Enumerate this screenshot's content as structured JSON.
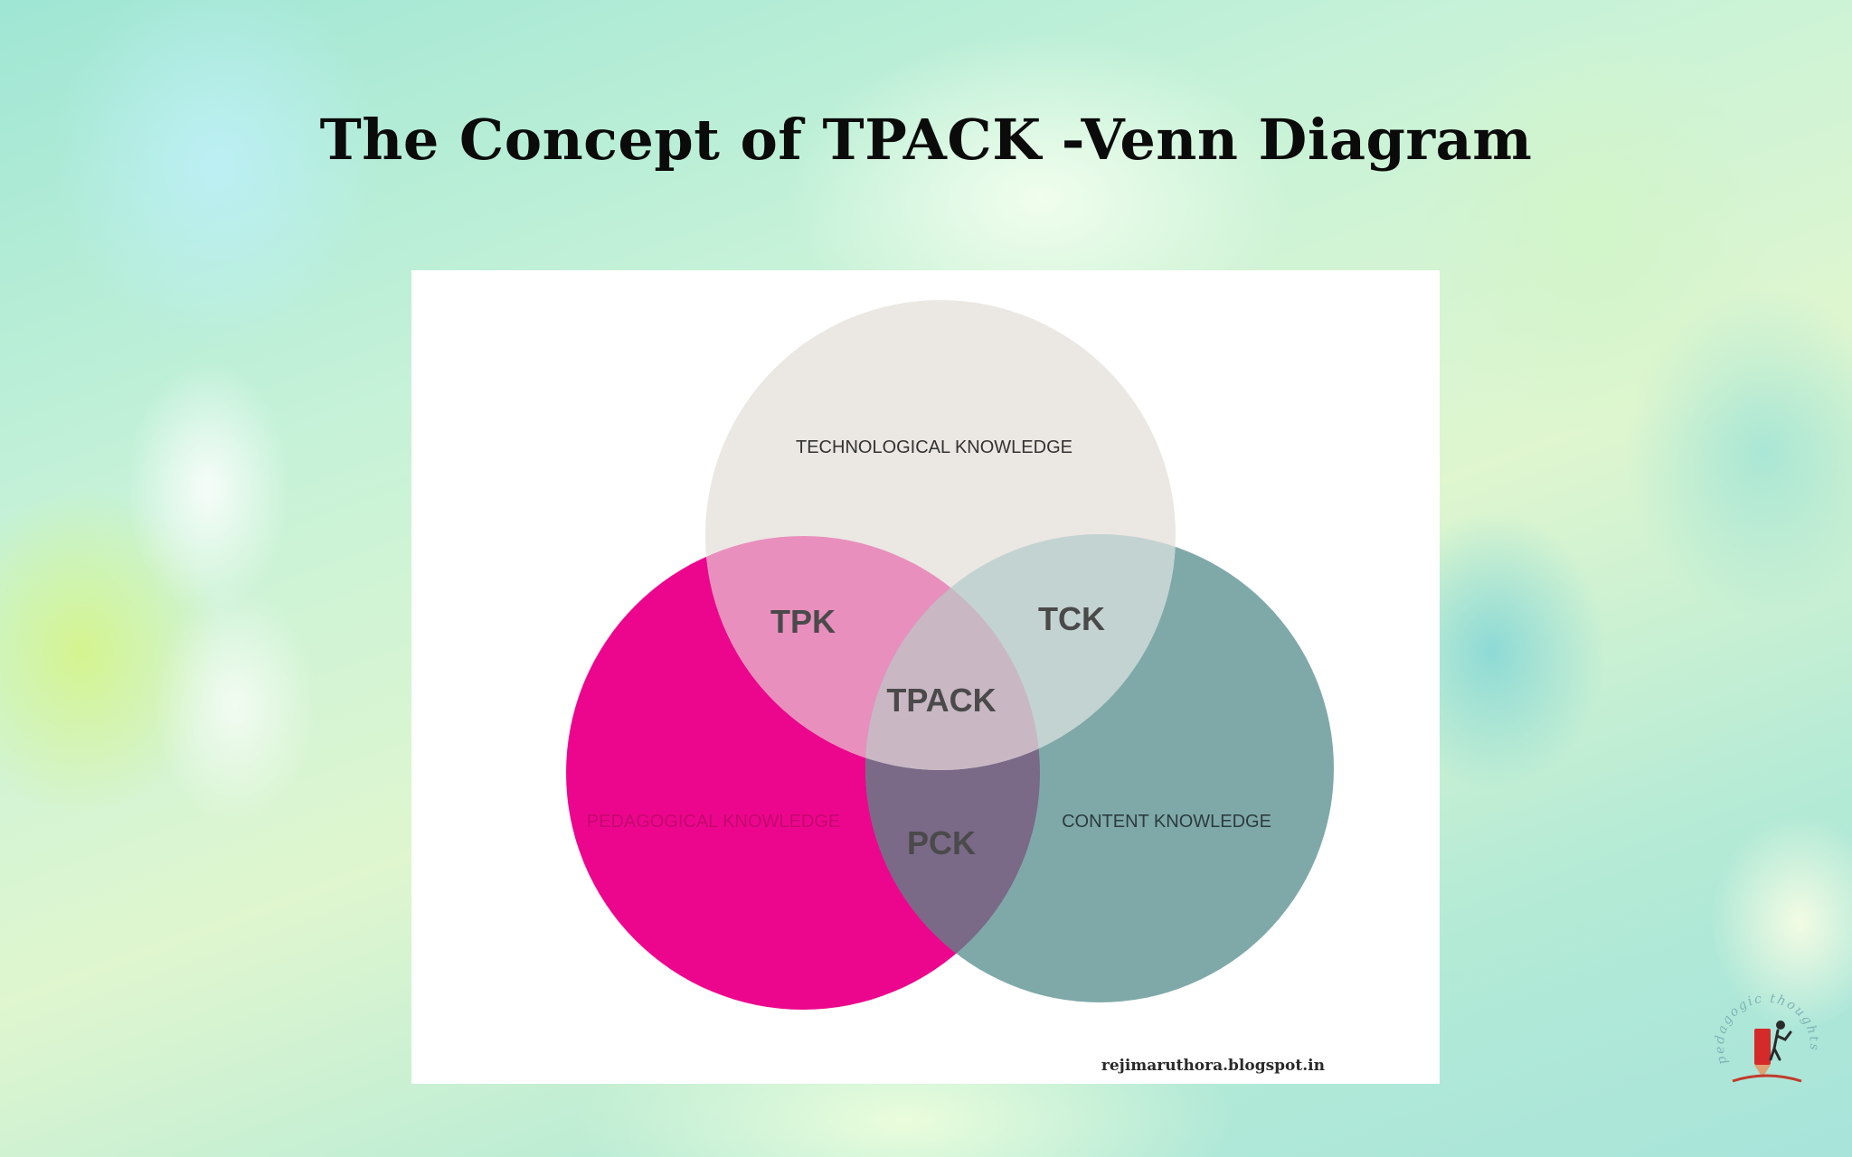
{
  "title": "The Concept of TPACK -Venn Diagram",
  "diagram": {
    "circles": {
      "technological": {
        "label": "TECHNOLOGICAL KNOWLEDGE",
        "color": "#ebe7e3"
      },
      "pedagogical": {
        "label": "PEDAGOGICAL KNOWLEDGE",
        "color": "#ec068d"
      },
      "content": {
        "label": "CONTENT KNOWLEDGE",
        "color": "#7fa9a9"
      }
    },
    "overlaps": {
      "tpk": {
        "label": "TPK",
        "color": "#e98fbd"
      },
      "tck": {
        "label": "TCK",
        "color": "#c3d3d1"
      },
      "pck": {
        "label": "PCK",
        "color": "#7a6987"
      },
      "tpack": {
        "label": "TPACK",
        "color": "#c9b8c4"
      }
    },
    "credit": "rejimaruthora.blogspot.in"
  },
  "watermark": {
    "text": "pedagogic thoughts"
  }
}
